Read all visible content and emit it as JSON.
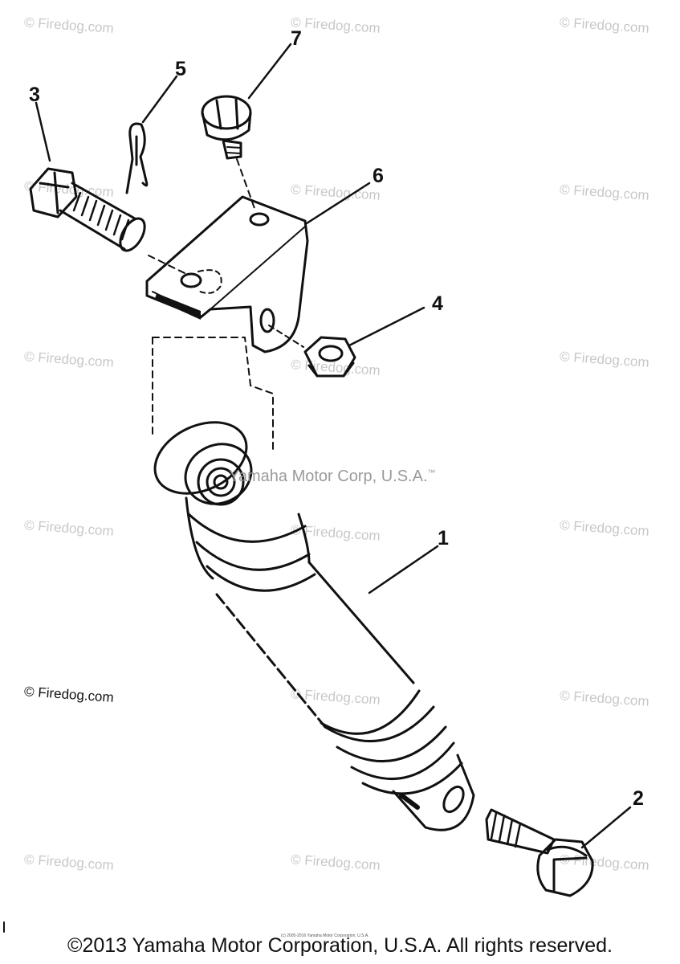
{
  "watermark": "© Firedog.com",
  "center_watermark": "Yamaha Motor Corp, U.S.A.",
  "center_watermark_mark": "™",
  "callouts": {
    "c1": "1",
    "c2": "2",
    "c3": "3",
    "c4": "4",
    "c5": "5",
    "c6": "6",
    "c7": "7"
  },
  "small_print": "(c) 2005-2016 Yamaha Motor Corporation, U.S.A.",
  "copyright": "©2013 Yamaha Motor Corporation, U.S.A. All rights reserved."
}
